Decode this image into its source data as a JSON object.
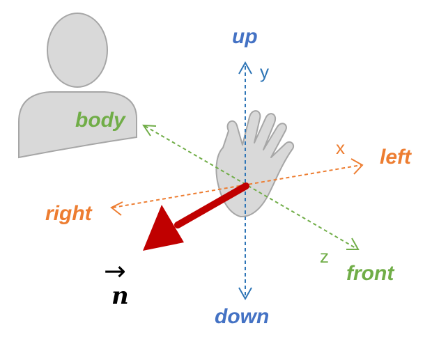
{
  "labels": {
    "up": "up",
    "down": "down",
    "left": "left",
    "right": "right",
    "front": "front",
    "body": "body"
  },
  "axes": {
    "x": "x",
    "y": "y",
    "z": "z"
  },
  "normal": {
    "symbol": "n",
    "arrow": "→"
  },
  "colors": {
    "vertical": "#4472c4",
    "horizontal": "#ed7d31",
    "depth": "#70ad47",
    "normal_arrow": "#c00000",
    "body_fill": "#d9d9d9",
    "body_stroke": "#a6a6a6"
  },
  "icons": [
    "person-icon",
    "hand-icon"
  ]
}
